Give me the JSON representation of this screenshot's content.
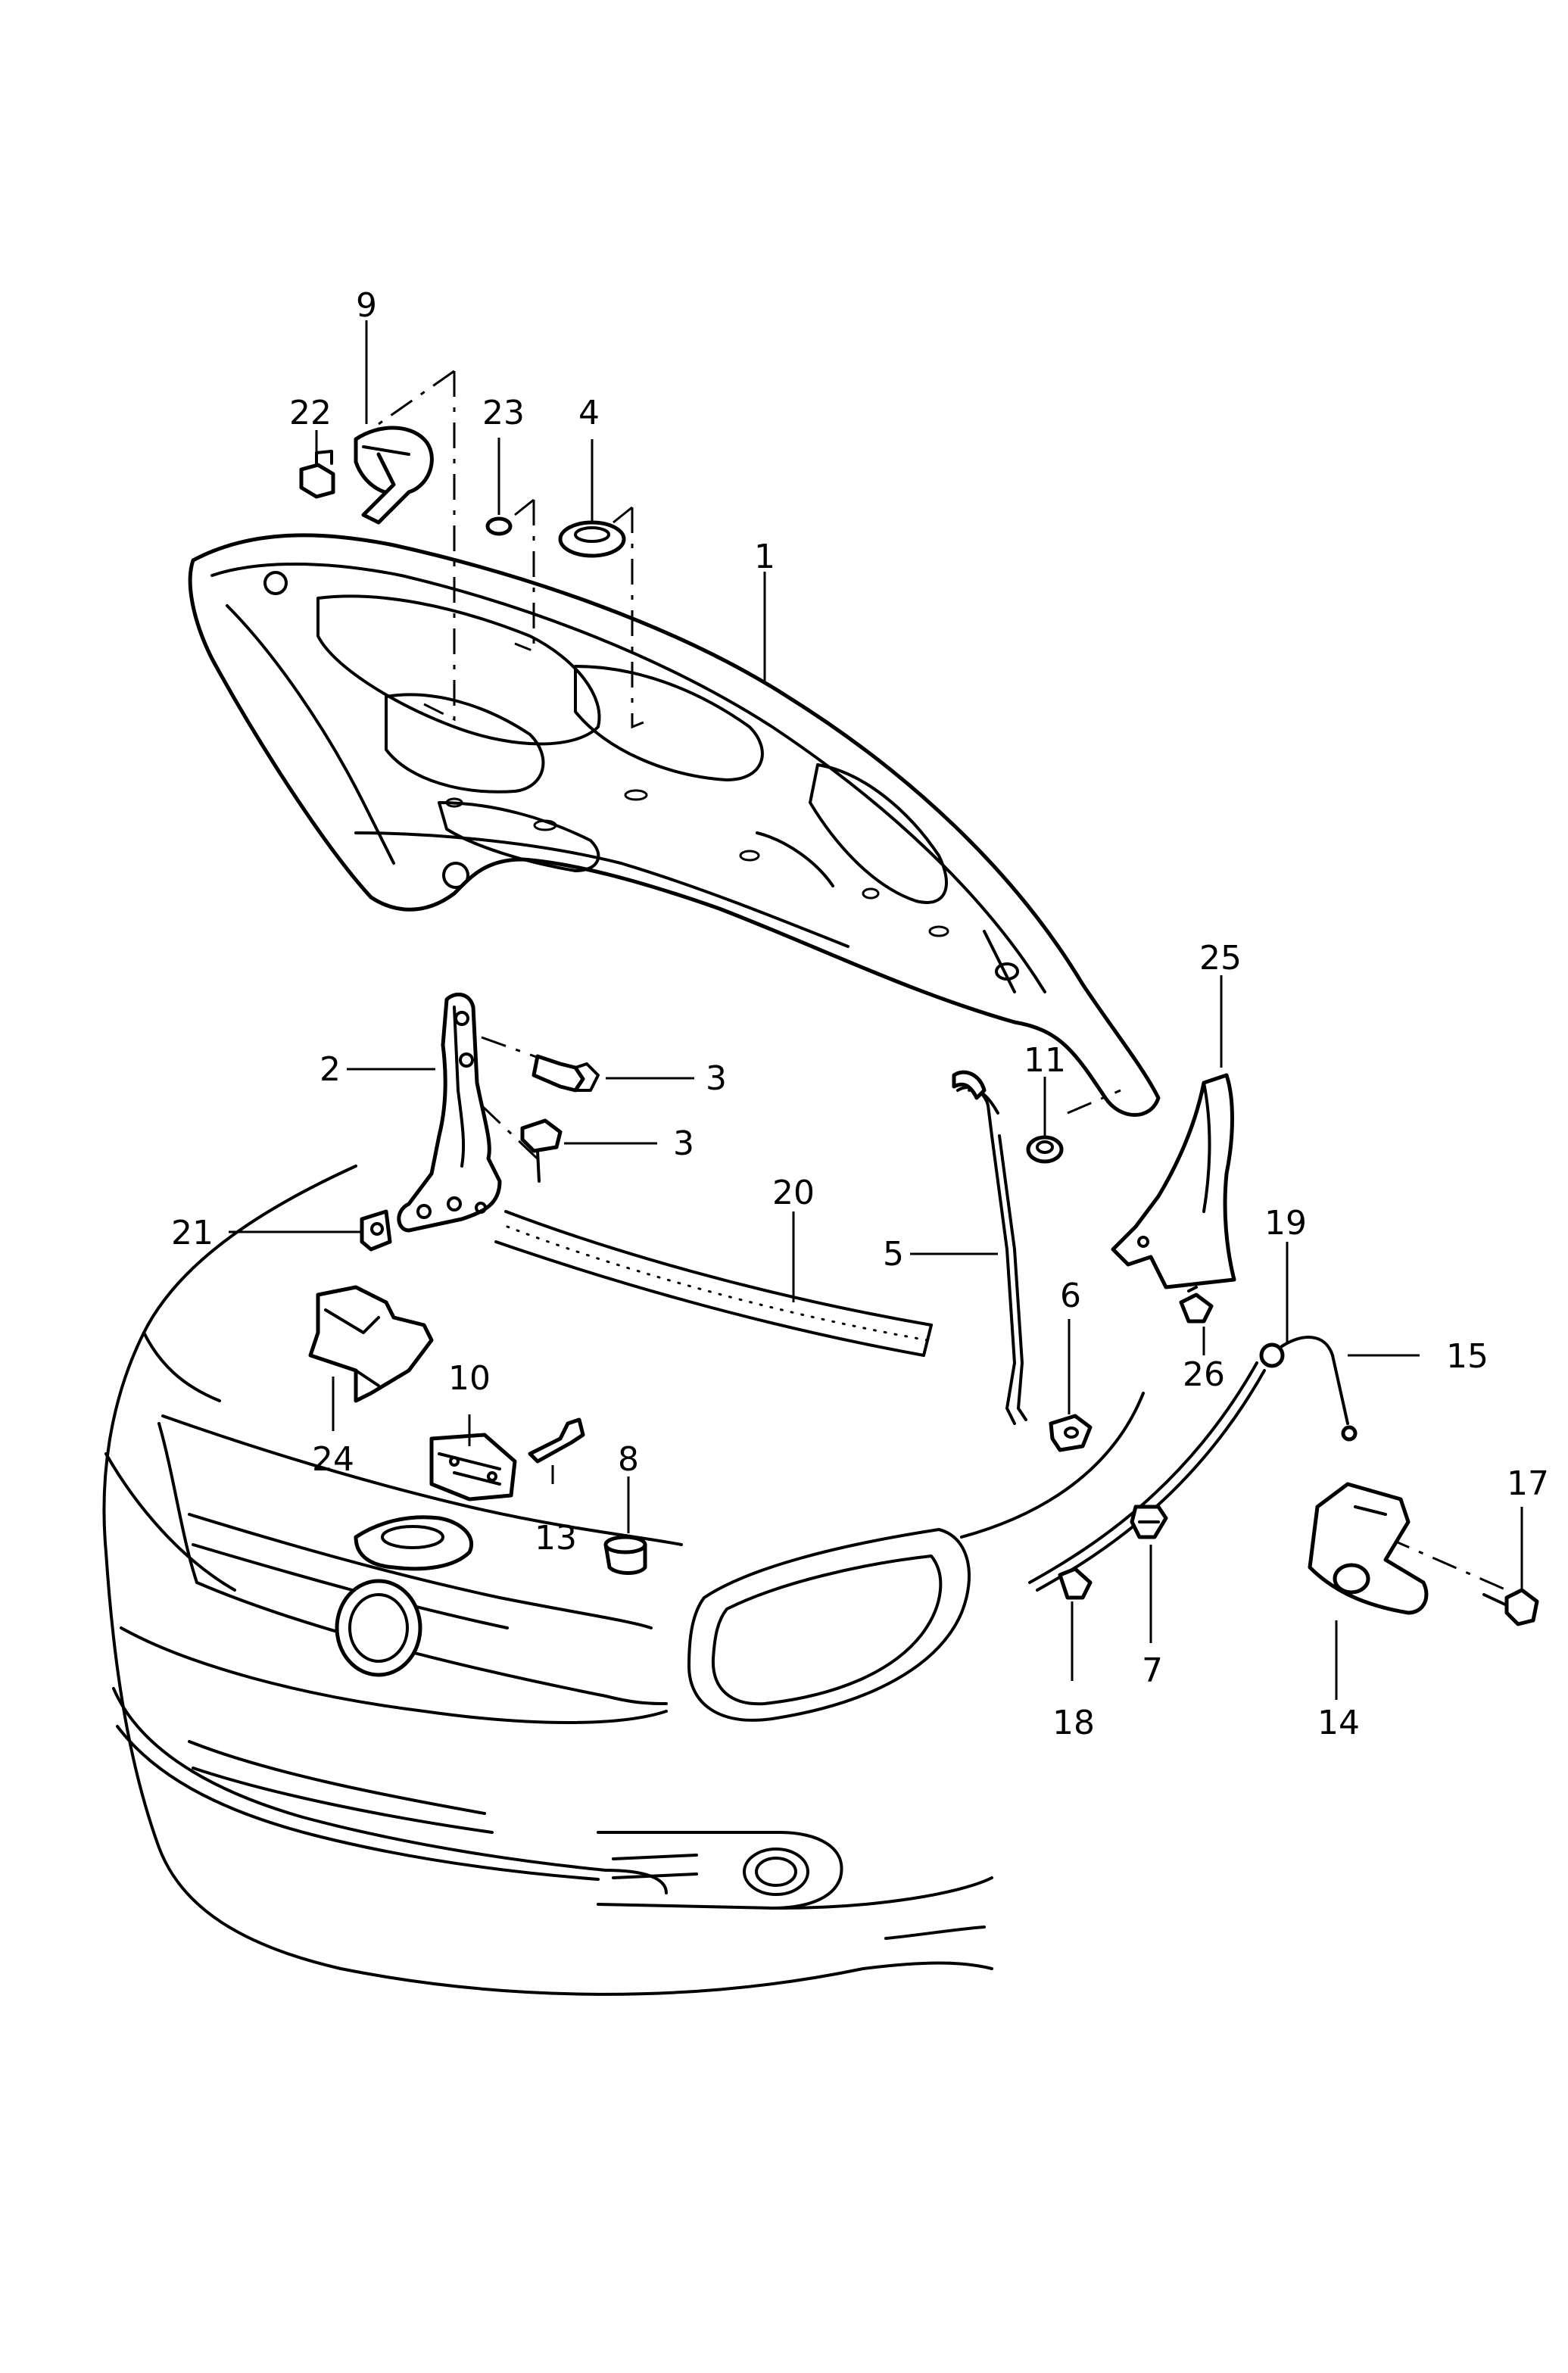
{
  "callouts": {
    "c1": "1",
    "c2": "2",
    "c3a": "3",
    "c3b": "3",
    "c4": "4",
    "c5": "5",
    "c6": "6",
    "c7": "7",
    "c8": "8",
    "c9": "9",
    "c10": "10",
    "c11": "11",
    "c13": "13",
    "c14": "14",
    "c15": "15",
    "c17": "17",
    "c18": "18",
    "c19": "19",
    "c20": "20",
    "c21": "21",
    "c22": "22",
    "c23": "23",
    "c24": "24",
    "c25": "25",
    "c26": "26"
  }
}
